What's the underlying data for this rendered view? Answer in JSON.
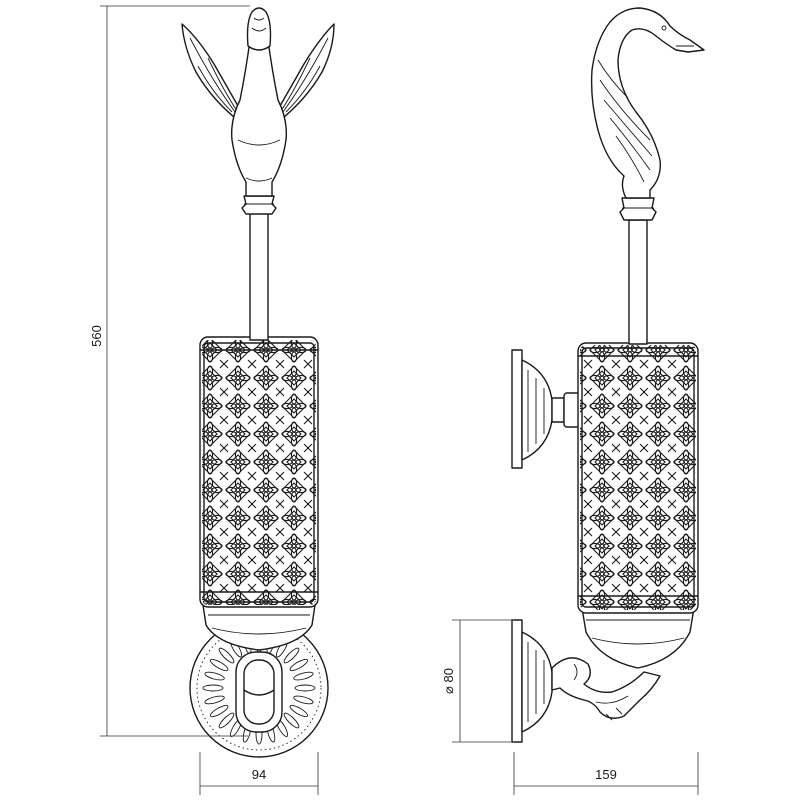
{
  "dimensions": {
    "height": "560",
    "front_width": "94",
    "side_width": "159",
    "wall_diameter": "⌀ 80"
  },
  "views": [
    {
      "name": "front-view"
    },
    {
      "name": "side-view"
    }
  ]
}
